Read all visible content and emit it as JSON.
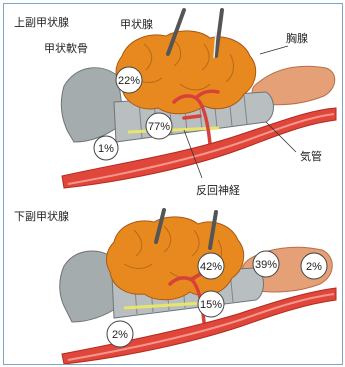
{
  "labels": {
    "upper_title": "上副甲状腺",
    "thyroid": "甲状腺",
    "thyroid_cartilage": "甲状軟骨",
    "thymus": "胸腺",
    "trachea": "気管",
    "recurrent_nerve": "反回神経",
    "lower_title": "下副甲状腺"
  },
  "upper_percentages": [
    "22%",
    "77%",
    "1%"
  ],
  "lower_percentages": [
    "42%",
    "39%",
    "2%",
    "15%",
    "2%"
  ],
  "colors": {
    "thyroid": "#e8891f",
    "cartilage": "#a5acae",
    "thymus": "#e5a077",
    "vessel": "#e0463a",
    "nerve": "#e8e46c",
    "frame": "#7ba5c9"
  }
}
